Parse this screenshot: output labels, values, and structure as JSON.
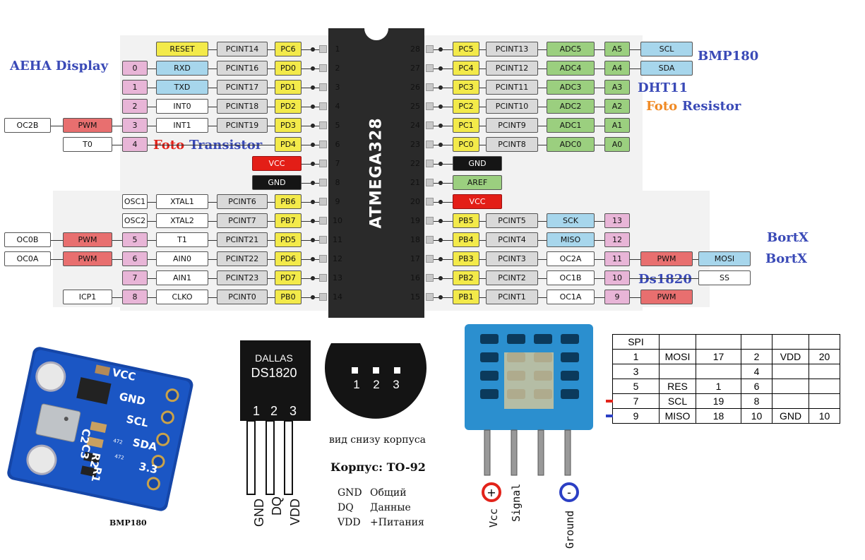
{
  "colors": {
    "yellow": "#f3ea4a",
    "gray": "#d9d9d9",
    "blue": "#a7d6ec",
    "pink": "#e8b5d7",
    "red": "#e86f6f",
    "green": "#9bcf7f",
    "white": "#ffffff",
    "black": "#151515",
    "vccred": "#e31e17",
    "annblue": "#3a4ab7",
    "annorange": "#f08a24",
    "annred": "#e2231a"
  },
  "chip": {
    "name": "ATMEGA328"
  },
  "left_pins": [
    {
      "n": "1",
      "labels": [
        {
          "t": "",
          "c": ""
        },
        {
          "t": "",
          "c": ""
        },
        {
          "t": "RESET",
          "c": "yellow"
        },
        {
          "t": "PCINT14",
          "c": "gray"
        },
        {
          "t": "PC6",
          "c": "yellow"
        }
      ]
    },
    {
      "n": "2",
      "labels": [
        {
          "t": "",
          "c": ""
        },
        {
          "t": "0",
          "c": "pink"
        },
        {
          "t": "RXD",
          "c": "blue"
        },
        {
          "t": "PCINT16",
          "c": "gray"
        },
        {
          "t": "PD0",
          "c": "yellow"
        }
      ]
    },
    {
      "n": "3",
      "labels": [
        {
          "t": "",
          "c": ""
        },
        {
          "t": "1",
          "c": "pink"
        },
        {
          "t": "TXD",
          "c": "blue"
        },
        {
          "t": "PCINT17",
          "c": "gray"
        },
        {
          "t": "PD1",
          "c": "yellow"
        }
      ]
    },
    {
      "n": "4",
      "labels": [
        {
          "t": "",
          "c": ""
        },
        {
          "t": "2",
          "c": "pink"
        },
        {
          "t": "INT0",
          "c": "white"
        },
        {
          "t": "PCINT18",
          "c": "gray"
        },
        {
          "t": "PD2",
          "c": "yellow"
        }
      ]
    },
    {
      "n": "5",
      "labels": [
        {
          "t": "OC2B",
          "c": "white"
        },
        {
          "t": "PWM",
          "c": "red"
        },
        {
          "t": "3",
          "c": "pink"
        },
        {
          "t": "INT1",
          "c": "white"
        },
        {
          "t": "PCINT19",
          "c": "gray"
        },
        {
          "t": "PD3",
          "c": "yellow"
        }
      ]
    },
    {
      "n": "6",
      "labels": [
        {
          "t": "T0",
          "c": "white"
        },
        {
          "t": "4",
          "c": "pink"
        },
        {
          "t": "",
          "c": ""
        },
        {
          "t": "",
          "c": ""
        },
        {
          "t": "PD4",
          "c": "yellow"
        }
      ]
    },
    {
      "n": "7",
      "labels": [
        {
          "t": "VCC",
          "c": "vccred"
        }
      ]
    },
    {
      "n": "8",
      "labels": [
        {
          "t": "GND",
          "c": "black"
        }
      ]
    },
    {
      "n": "9",
      "labels": [
        {
          "t": "OSC1",
          "c": "white"
        },
        {
          "t": "XTAL1",
          "c": "white"
        },
        {
          "t": "PCINT6",
          "c": "gray"
        },
        {
          "t": "PB6",
          "c": "yellow"
        }
      ]
    },
    {
      "n": "10",
      "labels": [
        {
          "t": "OSC2",
          "c": "white"
        },
        {
          "t": "XTAL2",
          "c": "white"
        },
        {
          "t": "PCINT7",
          "c": "gray"
        },
        {
          "t": "PB7",
          "c": "yellow"
        }
      ]
    },
    {
      "n": "11",
      "labels": [
        {
          "t": "OC0B",
          "c": "white"
        },
        {
          "t": "PWM",
          "c": "red"
        },
        {
          "t": "5",
          "c": "pink"
        },
        {
          "t": "T1",
          "c": "white"
        },
        {
          "t": "PCINT21",
          "c": "gray"
        },
        {
          "t": "PD5",
          "c": "yellow"
        }
      ]
    },
    {
      "n": "12",
      "labels": [
        {
          "t": "OC0A",
          "c": "white"
        },
        {
          "t": "PWM",
          "c": "red"
        },
        {
          "t": "6",
          "c": "pink"
        },
        {
          "t": "AIN0",
          "c": "white"
        },
        {
          "t": "PCINT22",
          "c": "gray"
        },
        {
          "t": "PD6",
          "c": "yellow"
        }
      ]
    },
    {
      "n": "13",
      "labels": [
        {
          "t": "7",
          "c": "pink"
        },
        {
          "t": "AIN1",
          "c": "white"
        },
        {
          "t": "PCINT23",
          "c": "gray"
        },
        {
          "t": "PD7",
          "c": "yellow"
        }
      ]
    },
    {
      "n": "14",
      "labels": [
        {
          "t": "ICP1",
          "c": "white"
        },
        {
          "t": "8",
          "c": "pink"
        },
        {
          "t": "CLKO",
          "c": "white"
        },
        {
          "t": "PCINT0",
          "c": "gray"
        },
        {
          "t": "PB0",
          "c": "yellow"
        }
      ]
    }
  ],
  "right_pins": [
    {
      "n": "28",
      "labels": [
        {
          "t": "PC5",
          "c": "yellow"
        },
        {
          "t": "PCINT13",
          "c": "gray"
        },
        {
          "t": "ADC5",
          "c": "green"
        },
        {
          "t": "A5",
          "c": "green"
        },
        {
          "t": "SCL",
          "c": "blue"
        }
      ]
    },
    {
      "n": "27",
      "labels": [
        {
          "t": "PC4",
          "c": "yellow"
        },
        {
          "t": "PCINT12",
          "c": "gray"
        },
        {
          "t": "ADC4",
          "c": "green"
        },
        {
          "t": "A4",
          "c": "green"
        },
        {
          "t": "SDA",
          "c": "blue"
        }
      ]
    },
    {
      "n": "26",
      "labels": [
        {
          "t": "PC3",
          "c": "yellow"
        },
        {
          "t": "PCINT11",
          "c": "gray"
        },
        {
          "t": "ADC3",
          "c": "green"
        },
        {
          "t": "A3",
          "c": "green"
        }
      ]
    },
    {
      "n": "25",
      "labels": [
        {
          "t": "PC2",
          "c": "yellow"
        },
        {
          "t": "PCINT10",
          "c": "gray"
        },
        {
          "t": "ADC2",
          "c": "green"
        },
        {
          "t": "A2",
          "c": "green"
        }
      ]
    },
    {
      "n": "24",
      "labels": [
        {
          "t": "PC1",
          "c": "yellow"
        },
        {
          "t": "PCINT9",
          "c": "gray"
        },
        {
          "t": "ADC1",
          "c": "green"
        },
        {
          "t": "A1",
          "c": "green"
        }
      ]
    },
    {
      "n": "23",
      "labels": [
        {
          "t": "PC0",
          "c": "yellow"
        },
        {
          "t": "PCINT8",
          "c": "gray"
        },
        {
          "t": "ADC0",
          "c": "green"
        },
        {
          "t": "A0",
          "c": "green"
        }
      ]
    },
    {
      "n": "22",
      "labels": [
        {
          "t": "GND",
          "c": "black"
        }
      ]
    },
    {
      "n": "21",
      "labels": [
        {
          "t": "AREF",
          "c": "green"
        }
      ]
    },
    {
      "n": "20",
      "labels": [
        {
          "t": "VCC",
          "c": "vccred"
        }
      ]
    },
    {
      "n": "19",
      "labels": [
        {
          "t": "PB5",
          "c": "yellow"
        },
        {
          "t": "PCINT5",
          "c": "gray"
        },
        {
          "t": "SCK",
          "c": "blue"
        },
        {
          "t": "13",
          "c": "pink"
        }
      ]
    },
    {
      "n": "18",
      "labels": [
        {
          "t": "PB4",
          "c": "yellow"
        },
        {
          "t": "PCINT4",
          "c": "gray"
        },
        {
          "t": "MISO",
          "c": "blue"
        },
        {
          "t": "12",
          "c": "pink"
        }
      ]
    },
    {
      "n": "17",
      "labels": [
        {
          "t": "PB3",
          "c": "yellow"
        },
        {
          "t": "PCINT3",
          "c": "gray"
        },
        {
          "t": "OC2A",
          "c": "white"
        },
        {
          "t": "11",
          "c": "pink"
        },
        {
          "t": "PWM",
          "c": "red"
        },
        {
          "t": "MOSI",
          "c": "blue"
        }
      ]
    },
    {
      "n": "16",
      "labels": [
        {
          "t": "PB2",
          "c": "yellow"
        },
        {
          "t": "PCINT2",
          "c": "gray"
        },
        {
          "t": "OC1B",
          "c": "white"
        },
        {
          "t": "10",
          "c": "pink"
        },
        {
          "t": "",
          "c": ""
        },
        {
          "t": "SS",
          "c": "white"
        }
      ]
    },
    {
      "n": "15",
      "labels": [
        {
          "t": "PB1",
          "c": "yellow"
        },
        {
          "t": "PCINT1",
          "c": "gray"
        },
        {
          "t": "OC1A",
          "c": "white"
        },
        {
          "t": "9",
          "c": "pink"
        },
        {
          "t": "PWM",
          "c": "red"
        }
      ]
    }
  ],
  "annotations": {
    "aeha": "AEHA Display",
    "bmp180": "BMP180",
    "dht11": "DHT11",
    "foto1": "Foto",
    "resistor": "Resistor",
    "foto2": "Foto",
    "transistor": "Transistor",
    "bortx1": "BortX",
    "bortx2": "BortX",
    "ds1820": "Ds1820"
  },
  "bmp_board": {
    "caption": "BMP180",
    "pins": [
      "VCC",
      "GND",
      "SCL",
      "SDA",
      "3.3"
    ],
    "side": [
      "C2",
      "C3",
      "R2",
      "R1"
    ],
    "r1": "472",
    "r2": "472"
  },
  "ds1820": {
    "brand": "DALLAS",
    "model": "DS1820",
    "pin_nums": [
      "1",
      "2",
      "3"
    ],
    "pin_names": [
      "GND",
      "DQ",
      "VDD"
    ],
    "bottom_nums": [
      "1",
      "2",
      "3"
    ],
    "bottom_caption": "вид снизу корпуса",
    "package": "Корпус: TO-92",
    "legend": [
      {
        "k": "GND",
        "v": "Общий"
      },
      {
        "k": "DQ",
        "v": "Данные"
      },
      {
        "k": "VDD",
        "v": "+Питания"
      }
    ]
  },
  "dht": {
    "vcc": "Vcc",
    "signal": "Signal",
    "ground": "Ground",
    "plus": "+",
    "minus": "-"
  },
  "spi_table": {
    "rows": [
      [
        "SPI",
        "",
        "",
        "",
        "",
        ""
      ],
      [
        "1",
        "MOSI",
        "17",
        "2",
        "VDD",
        "20"
      ],
      [
        "3",
        "",
        "",
        "4",
        "",
        ""
      ],
      [
        "5",
        "RES",
        "1",
        "6",
        "",
        ""
      ],
      [
        "7",
        "SCL",
        "19",
        "8",
        "",
        ""
      ],
      [
        "9",
        "MISO",
        "18",
        "10",
        "GND",
        "10"
      ]
    ],
    "marks": [
      {
        "row": 4,
        "color": "#e2231a"
      },
      {
        "row": 5,
        "color": "#2b3fc4"
      }
    ]
  }
}
